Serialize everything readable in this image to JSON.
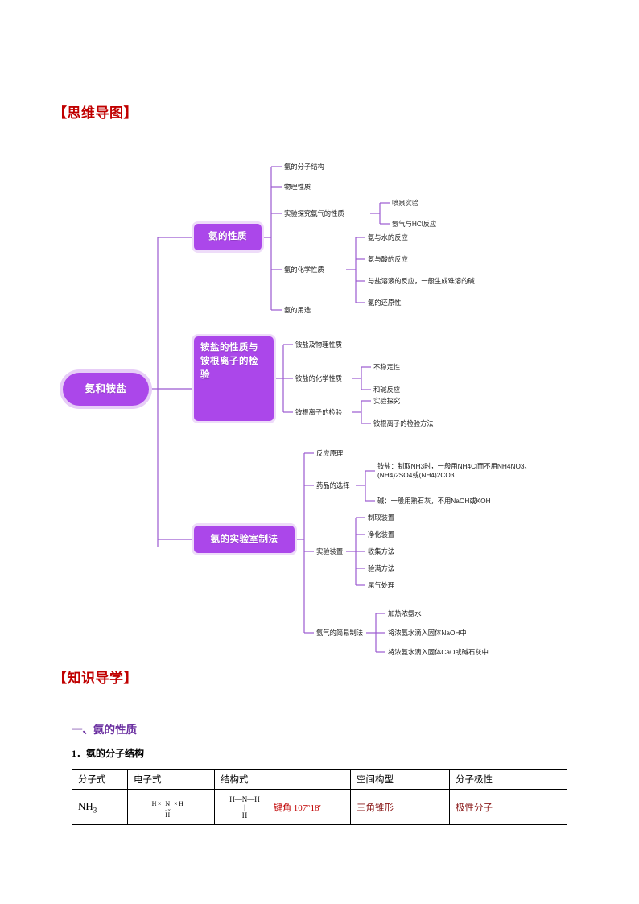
{
  "colors": {
    "heading_red": "#c00000",
    "node_purple": "#ab47ea",
    "node_glow": "#e7cdf7",
    "branch_line": "#9b59d0",
    "h2_purple": "#6a2fa0",
    "table_value_dark_red": "#8b1a1a"
  },
  "sections": {
    "mindmap_heading": "【思维导图】",
    "knowledge_heading": "【知识导学】",
    "h2_properties": "一、氨的性质",
    "h3_structure": "1．氨的分子结构"
  },
  "mindmap": {
    "root": "氨和铵盐",
    "branches": [
      {
        "title": "氨的性质",
        "children": [
          {
            "label": "氨的分子结构",
            "children": []
          },
          {
            "label": "物理性质",
            "children": []
          },
          {
            "label": "实验探究氨气的性质",
            "children": [
              "喷泉实验",
              "氨气与HCl反应"
            ]
          },
          {
            "label": "氨的化学性质",
            "children": [
              "氨与水的反应",
              "氨与酸的反应",
              "与盐溶液的反应，一般生成难溶的碱",
              "氨的还原性"
            ]
          },
          {
            "label": "氨的用途",
            "children": []
          }
        ]
      },
      {
        "title": "铵盐的性质与铵根离子的检验",
        "children": [
          {
            "label": "铵盐及物理性质",
            "children": []
          },
          {
            "label": "铵盐的化学性质",
            "children": [
              "不稳定性",
              "和碱反应"
            ]
          },
          {
            "label": "铵根离子的检验",
            "children": [
              "实验探究",
              "铵根离子的检验方法"
            ]
          }
        ]
      },
      {
        "title": "氨的实验室制法",
        "children": [
          {
            "label": "反应原理",
            "children": []
          },
          {
            "label": "药品的选择",
            "children": [
              "铵盐：制取NH3时，一般用NH4Cl而不用NH4NO3、(NH4)2SO4或(NH4)2CO3",
              "碱：一般用熟石灰，不用NaOH或KOH"
            ]
          },
          {
            "label": "实验装置",
            "children": [
              "制取装置",
              "净化装置",
              "收集方法",
              "验满方法",
              "尾气处理"
            ]
          },
          {
            "label": "氨气的简易制法",
            "children": [
              "加热浓氨水",
              "将浓氨水滴入固体NaOH中",
              "将浓氨水滴入固体CaO或碱石灰中"
            ]
          }
        ]
      }
    ]
  },
  "table": {
    "headers": [
      "分子式",
      "电子式",
      "结构式",
      "空间构型",
      "分子极性"
    ],
    "row": {
      "molecular_formula": "NH3",
      "electron_formula": {
        "top_dots": "··",
        "middle": "H× N ×H",
        "bottom_dots": "·×",
        "bottom": "H"
      },
      "structural_formula": {
        "top": "H—N—H",
        "bond": "|",
        "bottom": "H",
        "angle_label": "键角 107°18′"
      },
      "geometry": "三角锥形",
      "polarity": "极性分子"
    }
  }
}
